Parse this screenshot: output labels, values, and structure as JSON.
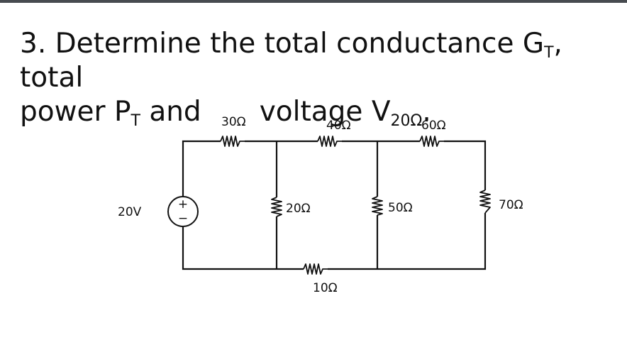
{
  "problem": {
    "line1_prefix": "3. Determine the total conductance G",
    "line1_sub": "T",
    "line1_suffix": ", total",
    "line2_prefix": "power P",
    "line2_sub": "T",
    "line2_and": " and",
    "line2_voltage": "voltage V",
    "line2_sub2": "20Ω",
    "line2_end": "."
  },
  "circuit": {
    "source_label": "20V",
    "source_plus": "+",
    "source_minus": "−",
    "resistors": {
      "r30": "30Ω",
      "r40": "40Ω",
      "r60": "60Ω",
      "r20": "20Ω",
      "r50": "50Ω",
      "r70": "70Ω",
      "r10": "10Ω"
    }
  }
}
